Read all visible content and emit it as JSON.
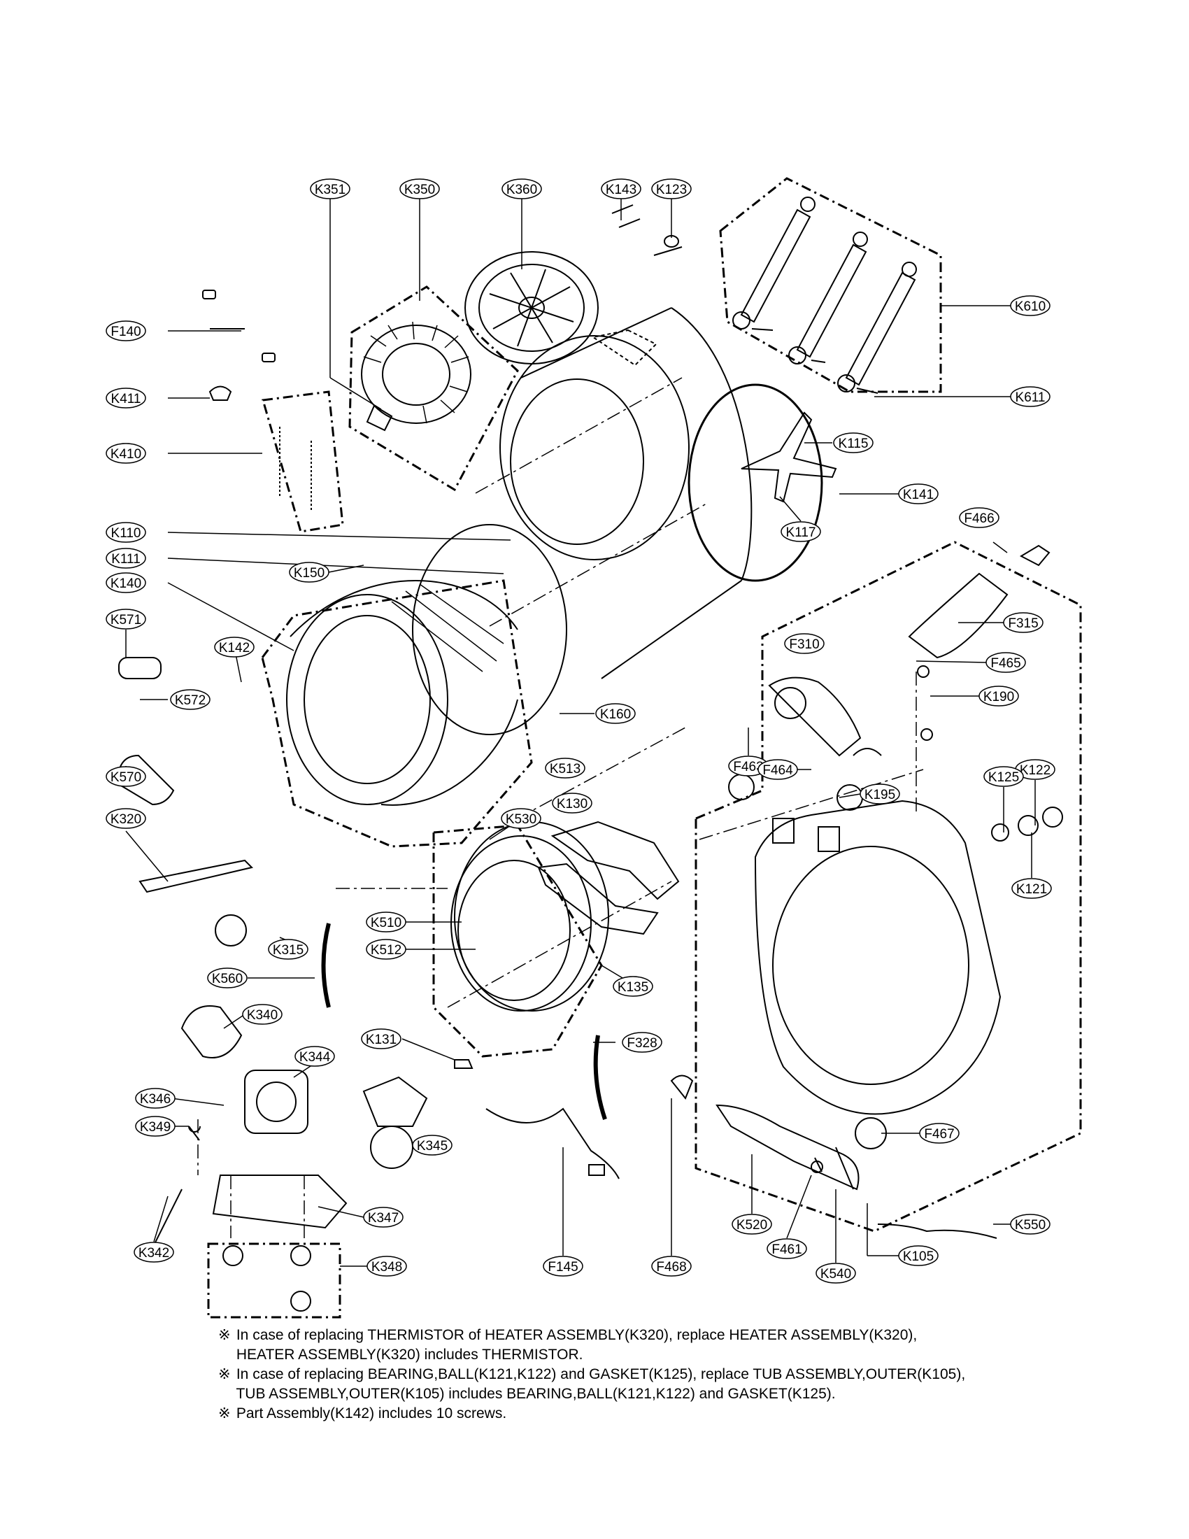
{
  "diagram": {
    "labels": {
      "K351": "K351",
      "K350": "K350",
      "K360": "K360",
      "K143": "K143",
      "K123": "K123",
      "K610": "K610",
      "K611": "K611",
      "F140": "F140",
      "K411": "K411",
      "K410": "K410",
      "K115": "K115",
      "K141": "K141",
      "K117": "K117",
      "K110": "K110",
      "K111": "K111",
      "K150": "K150",
      "K140": "K140",
      "K571": "K571",
      "K142": "K142",
      "K572": "K572",
      "K570": "K570",
      "K160": "K160",
      "K513": "K513",
      "K130": "K130",
      "K530": "K530",
      "K320": "K320",
      "K510": "K510",
      "K512": "K512",
      "K315": "K315",
      "K560": "K560",
      "K135": "K135",
      "K340": "K340",
      "K131": "K131",
      "F328": "F328",
      "K344": "K344",
      "K346": "K346",
      "K349": "K349",
      "K345": "K345",
      "K347": "K347",
      "K342": "K342",
      "K348": "K348",
      "F145": "F145",
      "F468": "F468",
      "F466": "F466",
      "F315": "F315",
      "F310": "F310",
      "F465": "F465",
      "K190": "K190",
      "F463": "F463",
      "F464": "F464",
      "K195": "K195",
      "K122": "K122",
      "K125": "K125",
      "K121": "K121",
      "F467": "F467",
      "K520": "K520",
      "F461": "F461",
      "K540": "K540",
      "K105": "K105",
      "K550": "K550"
    }
  },
  "notes": {
    "mark": "※",
    "line1": "In case of replacing THERMISTOR of HEATER ASSEMBLY(K320), replace HEATER ASSEMBLY(K320),",
    "line1b": "HEATER ASSEMBLY(K320) includes THERMISTOR.",
    "line2": "In case of replacing BEARING,BALL(K121,K122) and GASKET(K125), replace TUB ASSEMBLY,OUTER(K105),",
    "line2b": "TUB ASSEMBLY,OUTER(K105) includes BEARING,BALL(K121,K122) and GASKET(K125).",
    "line3": "Part Assembly(K142) includes 10 screws."
  }
}
